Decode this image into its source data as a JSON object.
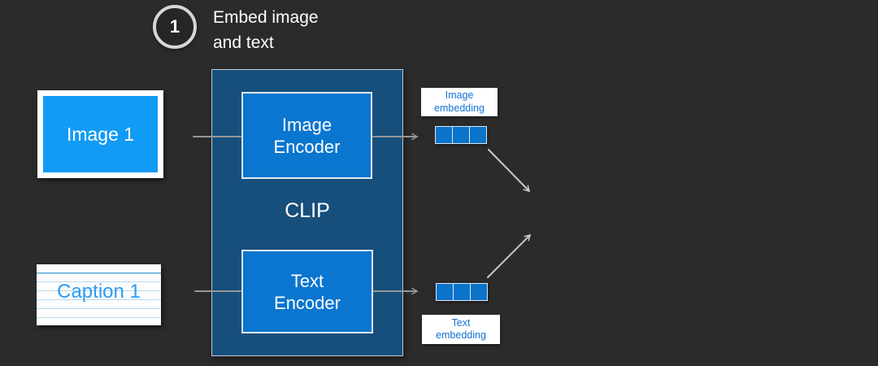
{
  "step": {
    "number": "1",
    "title_line1": "Embed image",
    "title_line2": "and text"
  },
  "inputs": {
    "image_card": {
      "label": "Image 1"
    },
    "caption_card": {
      "label": "Caption 1"
    }
  },
  "clip": {
    "label": "CLIP",
    "image_encoder": {
      "line1": "Image",
      "line2": "Encoder"
    },
    "text_encoder": {
      "line1": "Text",
      "line2": "Encoder"
    }
  },
  "embeddings": {
    "image": {
      "label_line1": "Image",
      "label_line2": "embedding",
      "cells": 3
    },
    "text": {
      "label_line1": "Text",
      "label_line2": "embedding",
      "cells": 3
    }
  },
  "colors": {
    "background": "#2b2b2b",
    "photo_blue": "#129bf4",
    "encoder_blue": "#0b76cf",
    "clip_navy": "#174f7c",
    "vector_blue": "#0a73ca",
    "label_text_blue": "#1273d4",
    "caption_text_blue": "#2e9cf1",
    "ruled_line_blue": "#b5dcf1",
    "ruled_line_dark": "#56abdc",
    "connector_gray": "#969696",
    "arrow_light_gray": "#c9c9c9",
    "box_border_light": "#dfe7ee",
    "clip_border": "#bfcad3",
    "text_white": "#ffffff"
  }
}
